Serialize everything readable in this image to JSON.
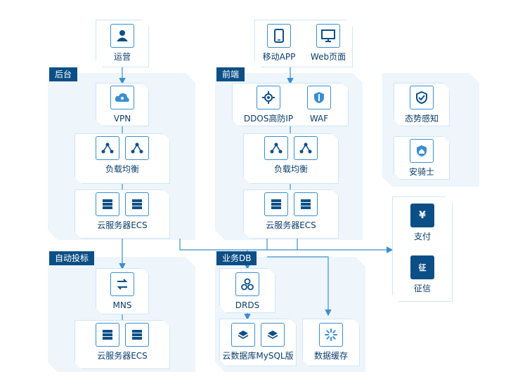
{
  "zones": {
    "backend": "后台",
    "frontend": "前端",
    "autobid": "自动投标",
    "business_db": "业务DB"
  },
  "nodes": {
    "operations": "运营",
    "mobile_app": "移动APP",
    "web_page": "Web页面",
    "vpn": "VPN",
    "ddos": "DDOS高防IP",
    "waf": "WAF",
    "lb_backend": "负载均衡",
    "lb_frontend": "负载均衡",
    "ecs_backend": "云服务器ECS",
    "ecs_frontend": "云服务器ECS",
    "ecs_autobid": "云服务器ECS",
    "situation": "态势感知",
    "anqishi": "安骑士",
    "pay": "支付",
    "credit": "征信",
    "mns": "MNS",
    "drds": "DRDS",
    "mysql": "云数据库MySQL版",
    "cache": "数据缓存"
  },
  "icons": {
    "pay_glyph": "¥",
    "credit_glyph": "征"
  },
  "colors": {
    "accent": "#3a8fd0",
    "dark_tag": "#0b4f86",
    "zone_fill": "#eef6fc",
    "card_border": "#cfe6f5"
  }
}
